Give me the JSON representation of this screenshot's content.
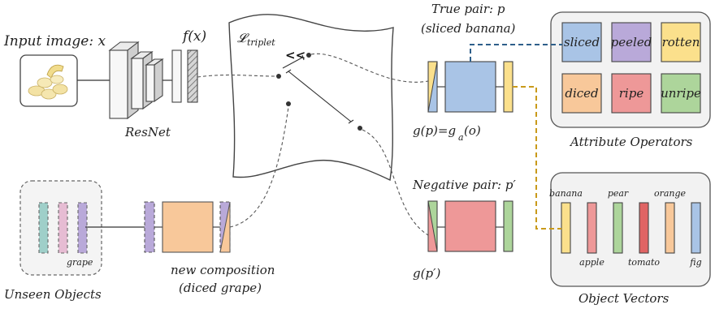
{
  "labels": {
    "input_image": "Input image: x",
    "fx": "f(x)",
    "resnet": "ResNet",
    "loss": "𝓛",
    "loss_sub": "triplet",
    "true_pair_line1": "True pair: p",
    "true_pair_line2": "(sliced banana)",
    "gp_eq": "g(p)=g",
    "gp_sub": "a",
    "gp_tail": "(o)",
    "negative_pair": "Negative pair: p′",
    "gp_prime": "g(p′)",
    "attribute_operators": "Attribute Operators",
    "object_vectors": "Object Vectors",
    "unseen_objects": "Unseen Objects",
    "grape": "grape",
    "new_composition_line1": "new composition",
    "new_composition_line2": "(diced grape)",
    "less_less": "<<"
  },
  "attributes": [
    {
      "name": "sliced",
      "color": "#a9c4e6"
    },
    {
      "name": "peeled",
      "color": "#b9a9d9"
    },
    {
      "name": "rotten",
      "color": "#fbe08c"
    },
    {
      "name": "diced",
      "color": "#f8c89a"
    },
    {
      "name": "ripe",
      "color": "#ee9898"
    },
    {
      "name": "unripe",
      "color": "#add59b"
    }
  ],
  "objects": [
    {
      "name": "banana",
      "color": "#fbe08c",
      "label_pos": "top"
    },
    {
      "name": "apple",
      "color": "#ee9898",
      "label_pos": "bottom"
    },
    {
      "name": "pear",
      "color": "#add59b",
      "label_pos": "top"
    },
    {
      "name": "tomato",
      "color": "#e06464",
      "label_pos": "bottom"
    },
    {
      "name": "orange",
      "color": "#f8c89a",
      "label_pos": "top"
    },
    {
      "name": "fig",
      "color": "#a9c4e6",
      "label_pos": "bottom"
    }
  ],
  "unseen_objects_colors": [
    "#9fcfc9",
    "#e6bcd3",
    "#b9a9d9"
  ],
  "colors": {
    "attr_link": "#2e5f8a",
    "obj_link": "#c99a1a",
    "panel_bg": "#f2f2f2",
    "panel_border": "#555555"
  }
}
